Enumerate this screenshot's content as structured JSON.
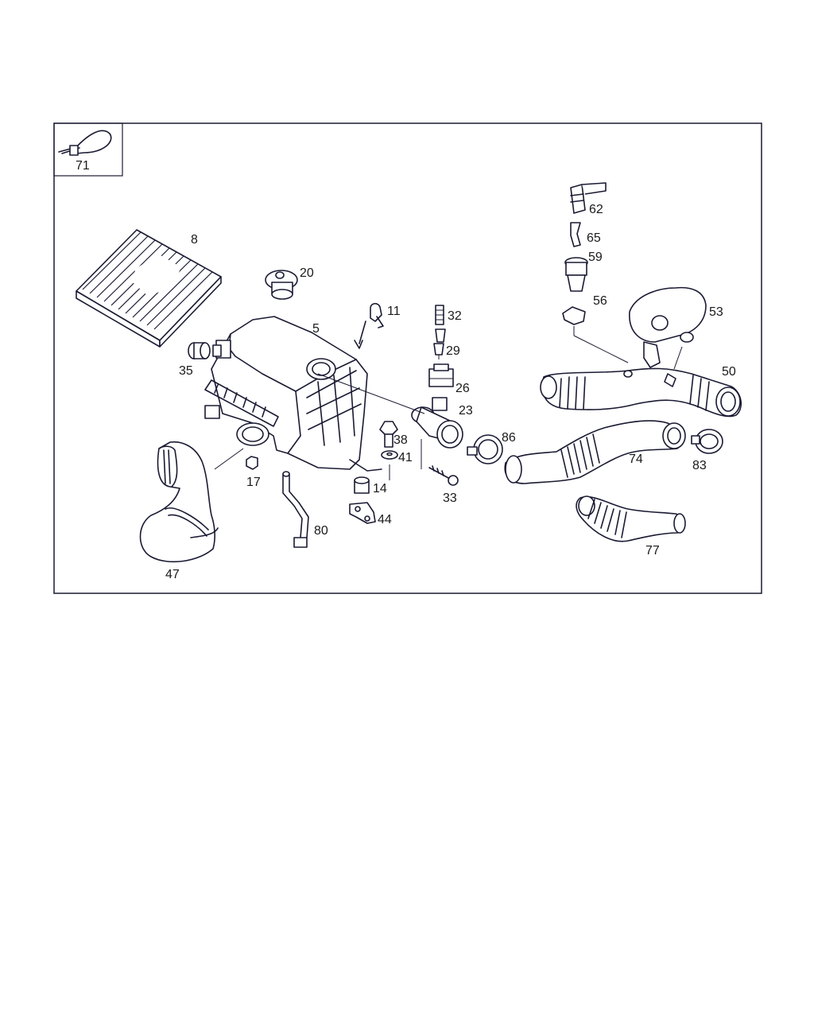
{
  "labels": {
    "p71": "71",
    "p8": "8",
    "p20": "20",
    "p11": "11",
    "p5": "5",
    "p32": "32",
    "p29": "29",
    "p26": "26",
    "p23": "23",
    "p35": "35",
    "p38": "38",
    "p41": "41",
    "p14": "14",
    "p17": "17",
    "p33": "33",
    "p44": "44",
    "p80": "80",
    "p47": "47",
    "p86": "86",
    "p62": "62",
    "p65": "65",
    "p59": "59",
    "p56": "56",
    "p53": "53",
    "p50": "50",
    "p74": "74",
    "p83": "83",
    "p77": "77"
  },
  "colors": {
    "frame": "#1a1a33",
    "line": "#1a1a33",
    "background": "#ffffff"
  }
}
